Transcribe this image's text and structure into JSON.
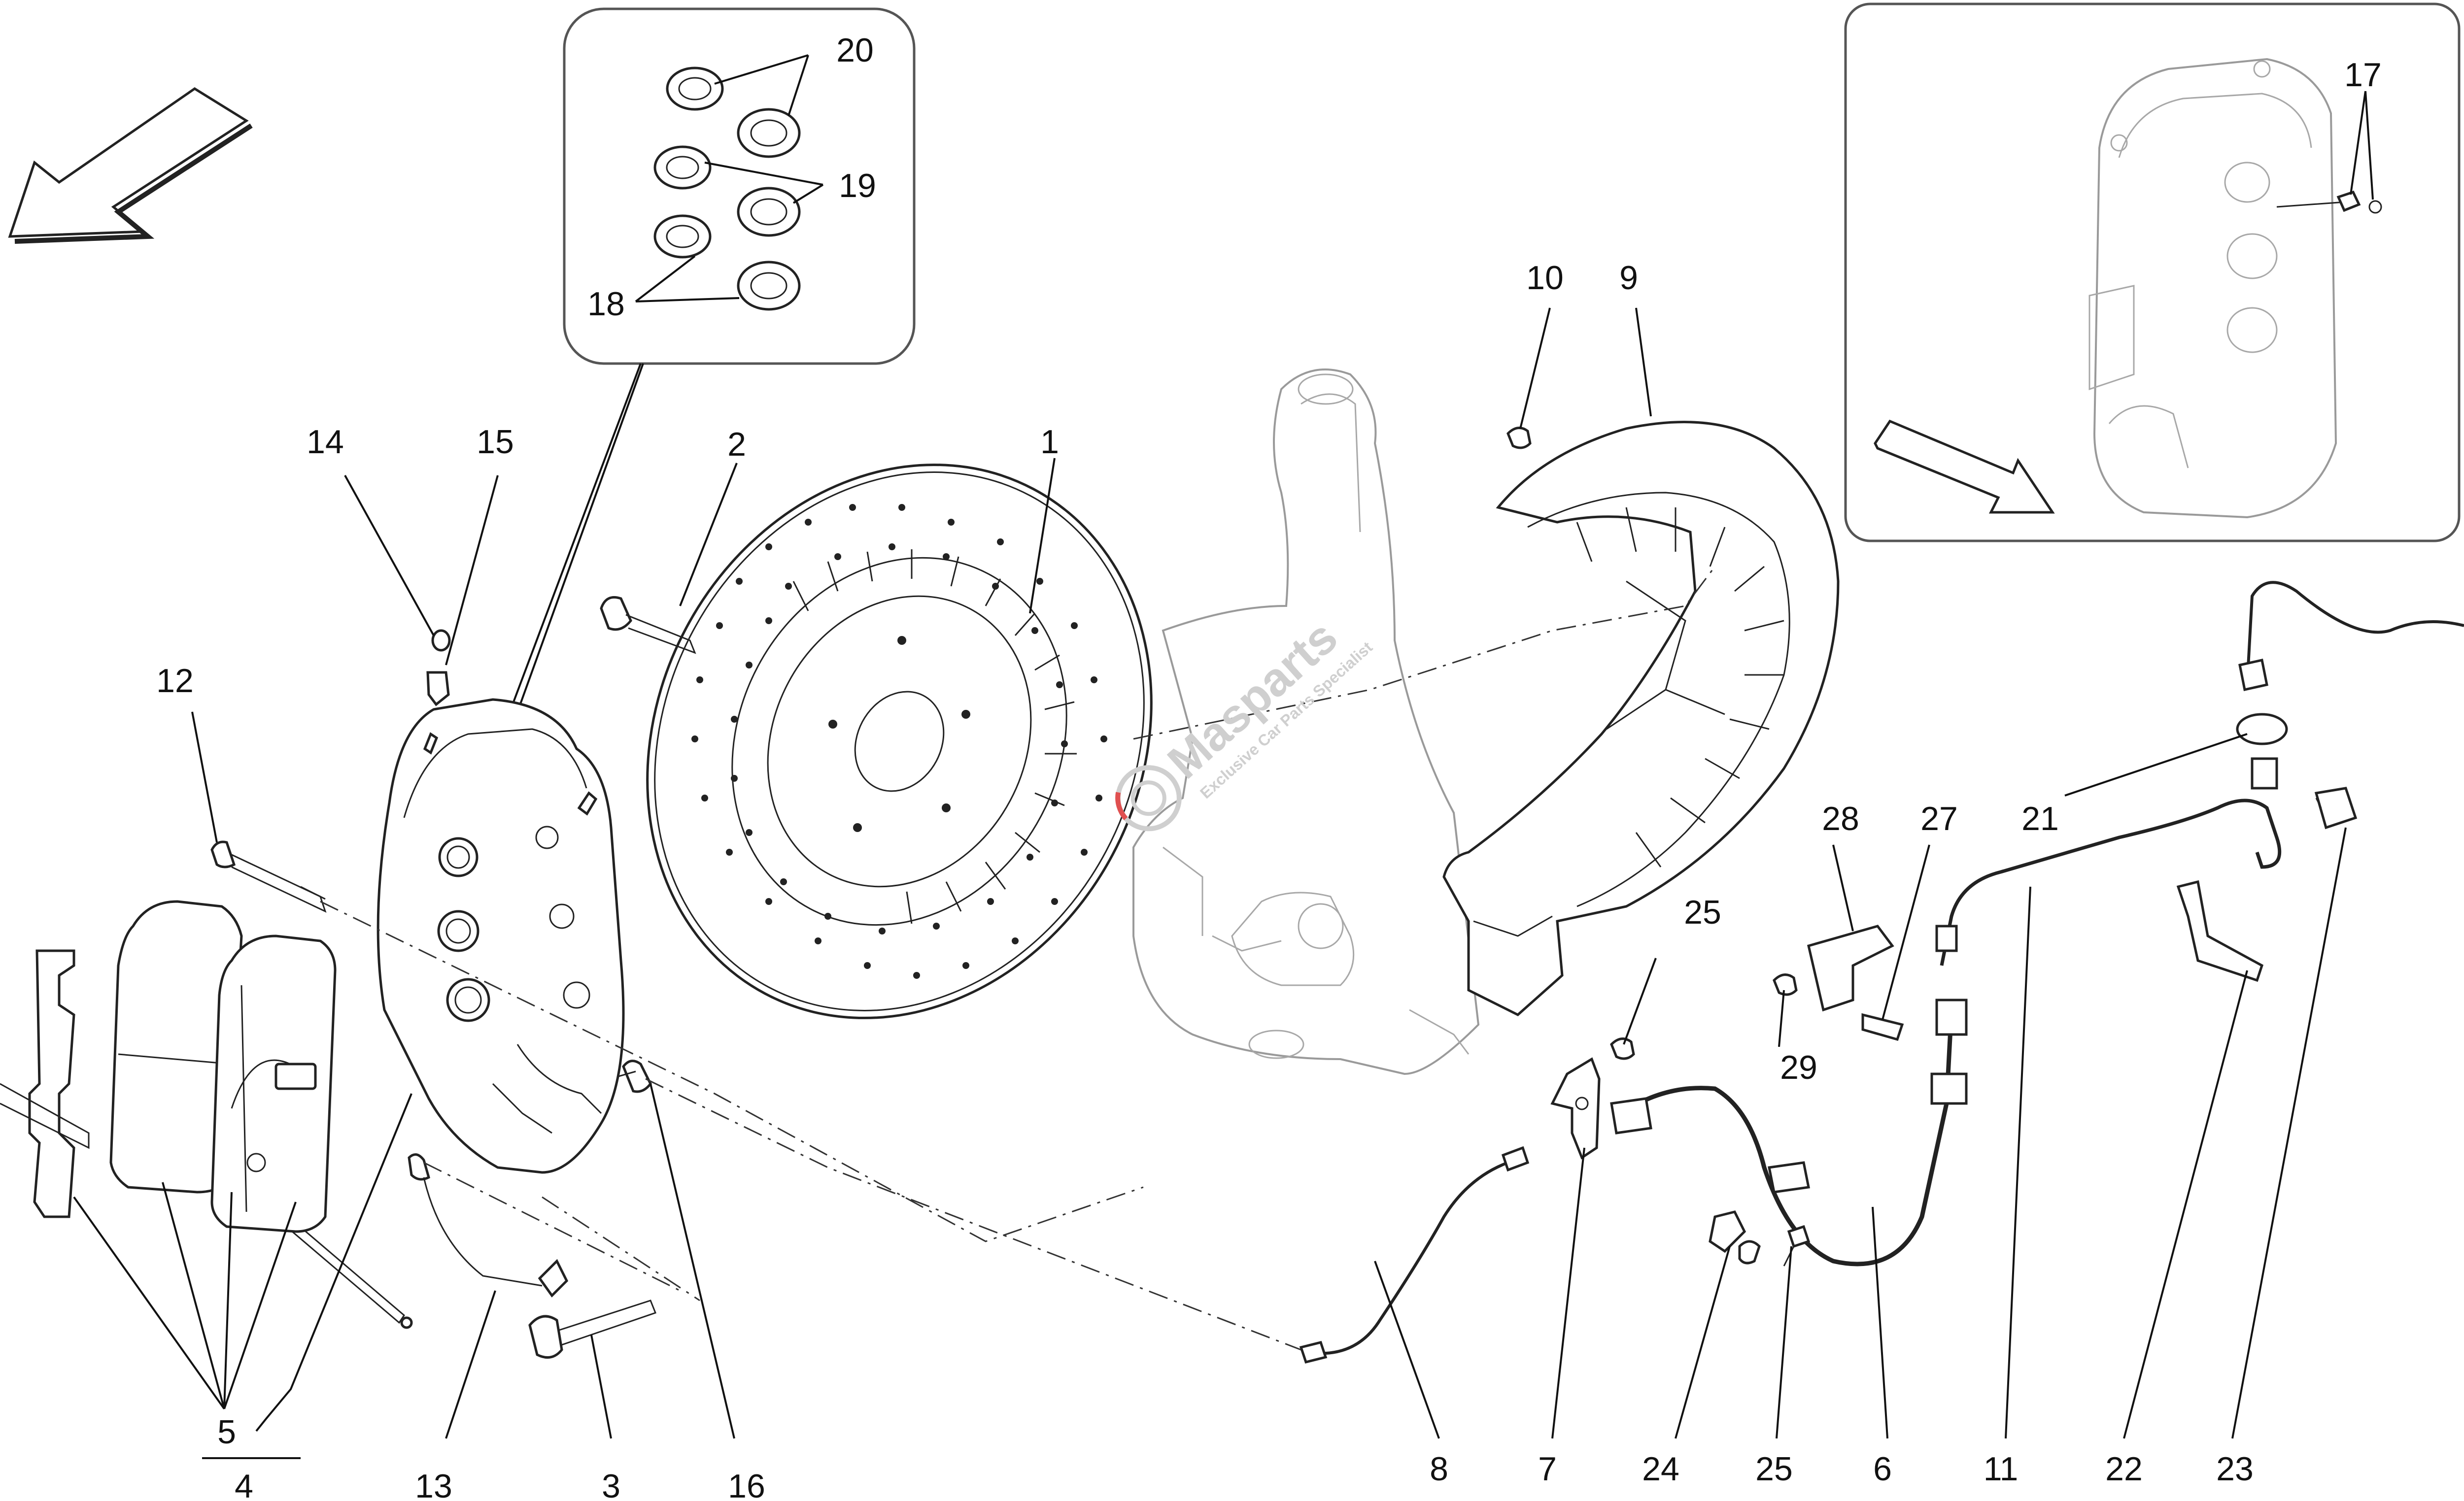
{
  "diagram": {
    "callouts": {
      "c1": "1",
      "c2": "2",
      "c3": "3",
      "c4": "4",
      "c5": "5",
      "c6": "6",
      "c7": "7",
      "c8": "8",
      "c9": "9",
      "c10": "10",
      "c11": "11",
      "c12": "12",
      "c13": "13",
      "c14": "14",
      "c15": "15",
      "c16": "16",
      "c17": "17",
      "c18": "18",
      "c19": "19",
      "c20": "20",
      "c21": "21",
      "c22": "22",
      "c23": "23",
      "c24": "24",
      "c25a": "25",
      "c25b": "25",
      "c27": "27",
      "c28": "28",
      "c29": "29"
    },
    "watermark": {
      "brand": "Masparts",
      "tagline": "Exclusive Car Parts Specialist"
    },
    "colors": {
      "line": "#222222",
      "ghost_part": "#9a9a9a",
      "watermark": "#cfcfcf",
      "watermark_accent": "#e05050"
    }
  }
}
